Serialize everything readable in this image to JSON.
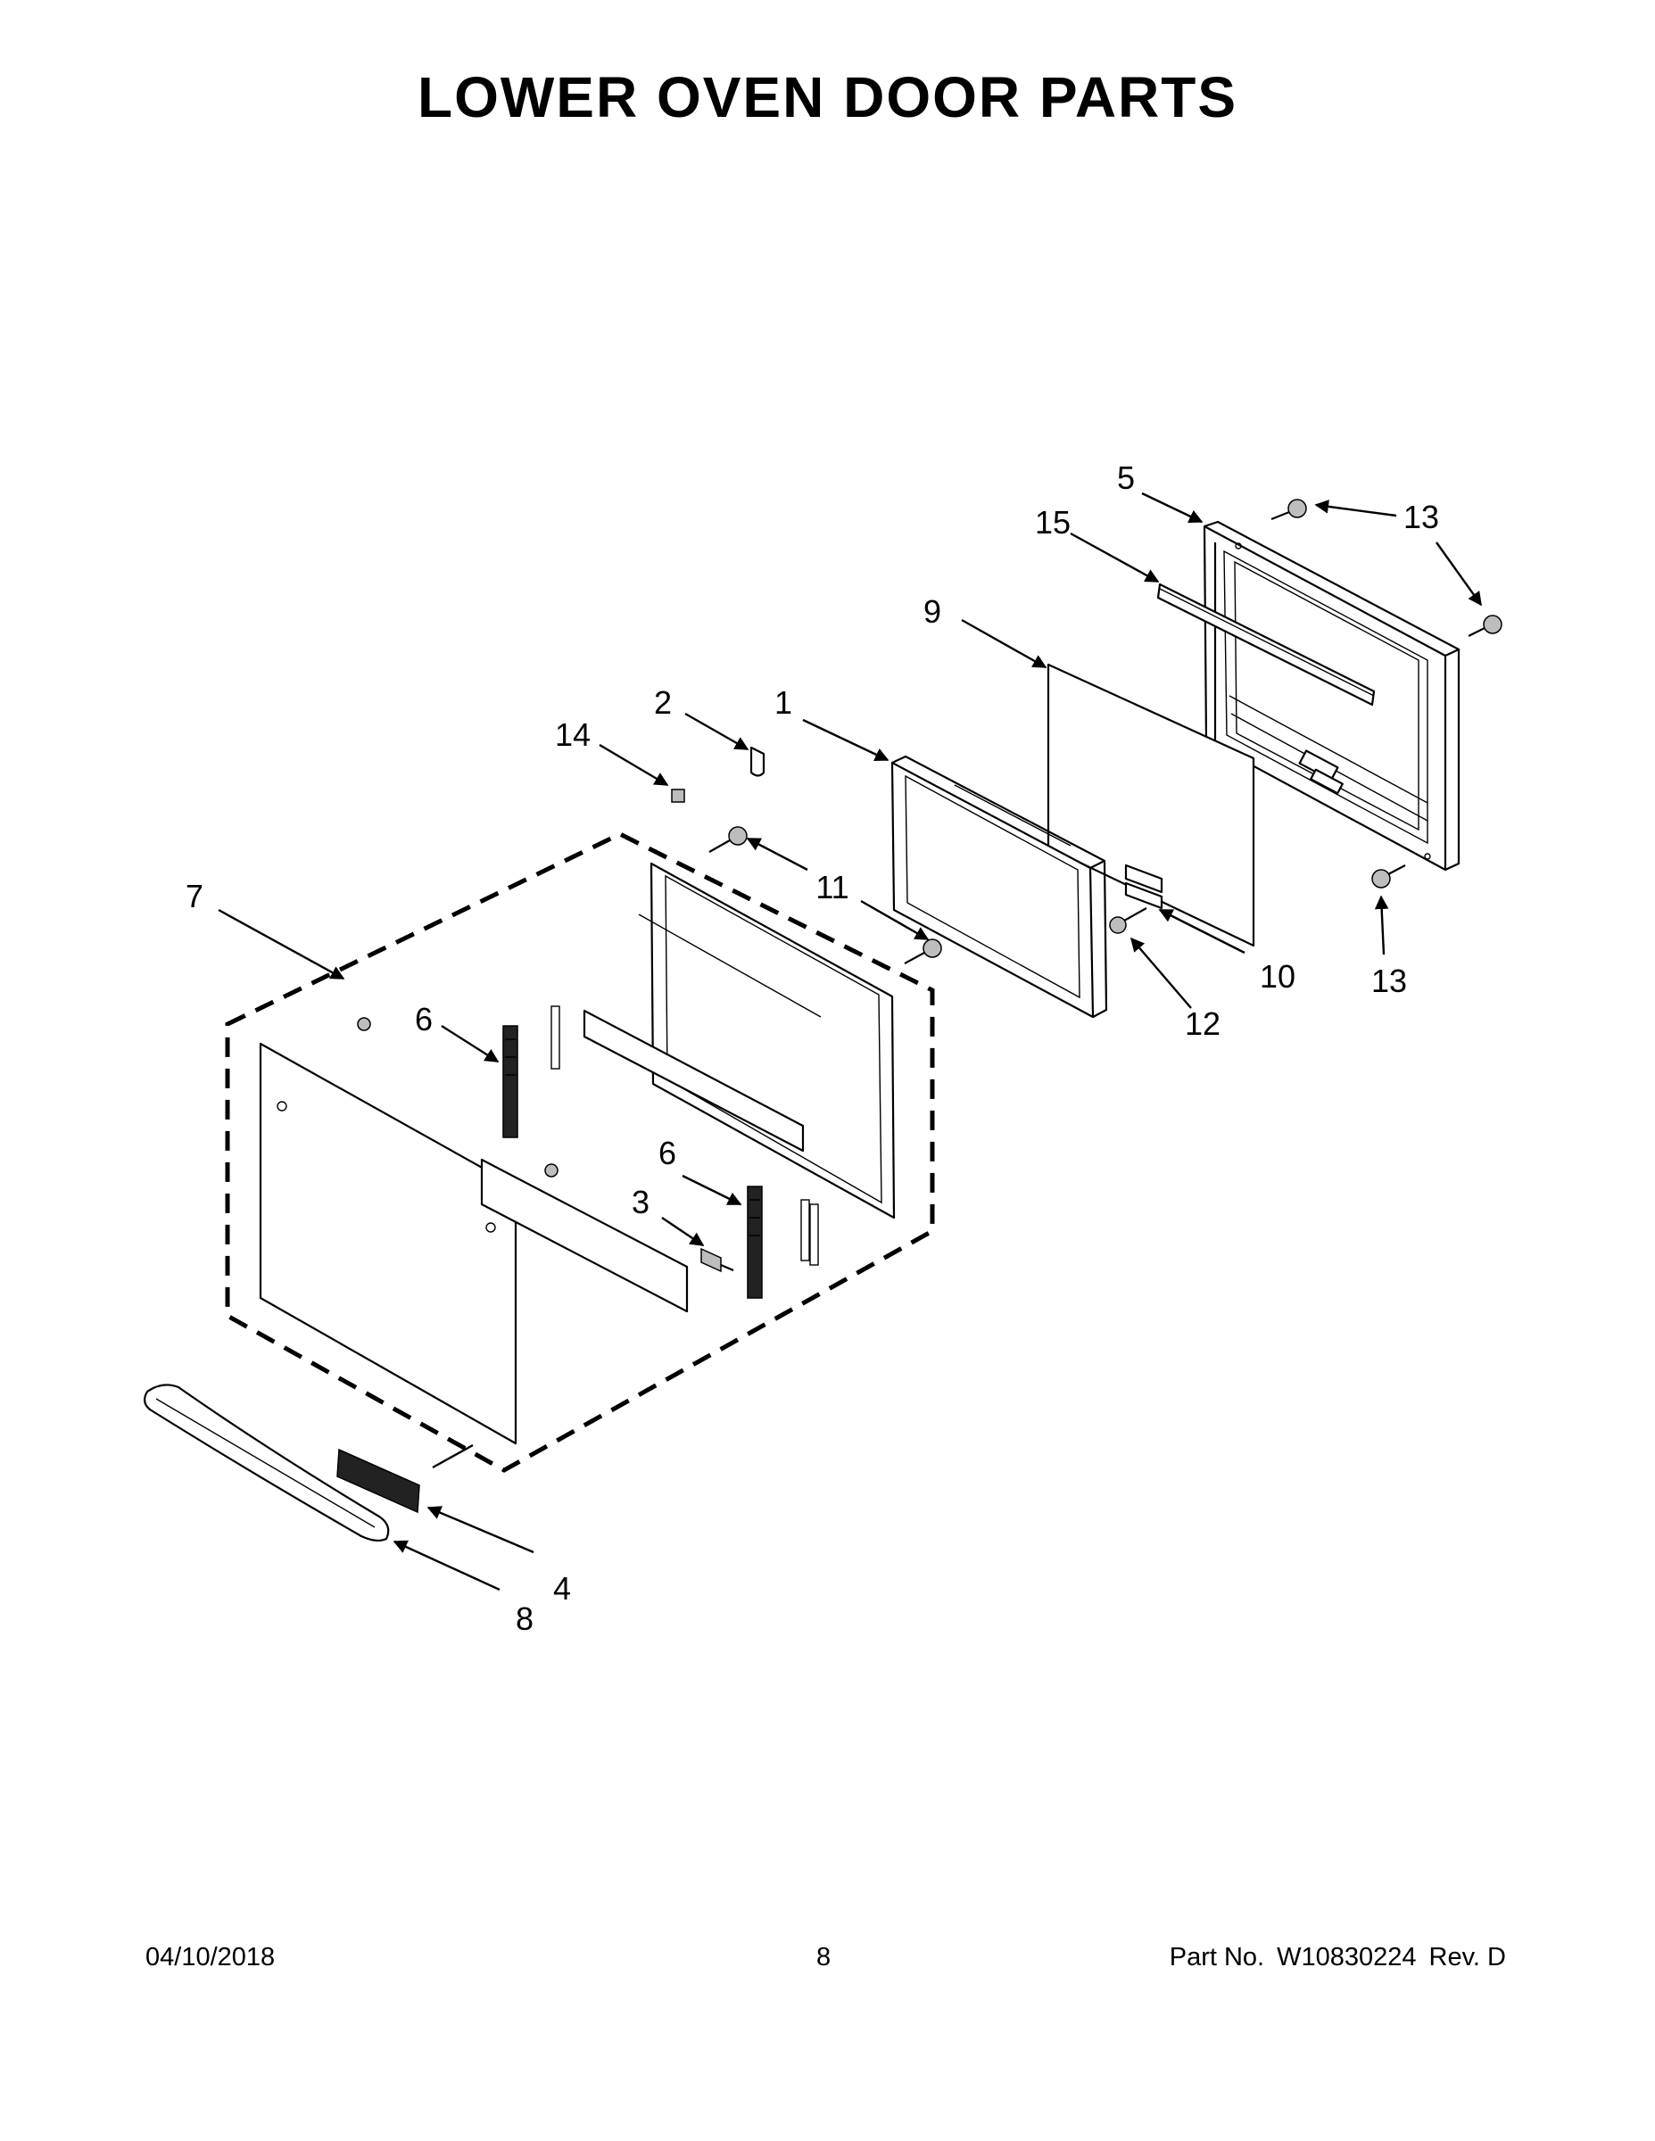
{
  "title": "LOWER OVEN DOOR PARTS",
  "footer": {
    "date": "04/10/2018",
    "page": "8",
    "part_label": "Part No.",
    "part_number": "W10830224",
    "revision": "Rev.  D"
  },
  "callouts": {
    "c1": "1",
    "c2": "2",
    "c3": "3",
    "c4": "4",
    "c5": "5",
    "c6a": "6",
    "c6b": "6",
    "c7": "7",
    "c8": "8",
    "c9": "9",
    "c10": "10",
    "c11": "11",
    "c12": "12",
    "c13a": "13",
    "c13b": "13",
    "c14": "14",
    "c15": "15"
  }
}
